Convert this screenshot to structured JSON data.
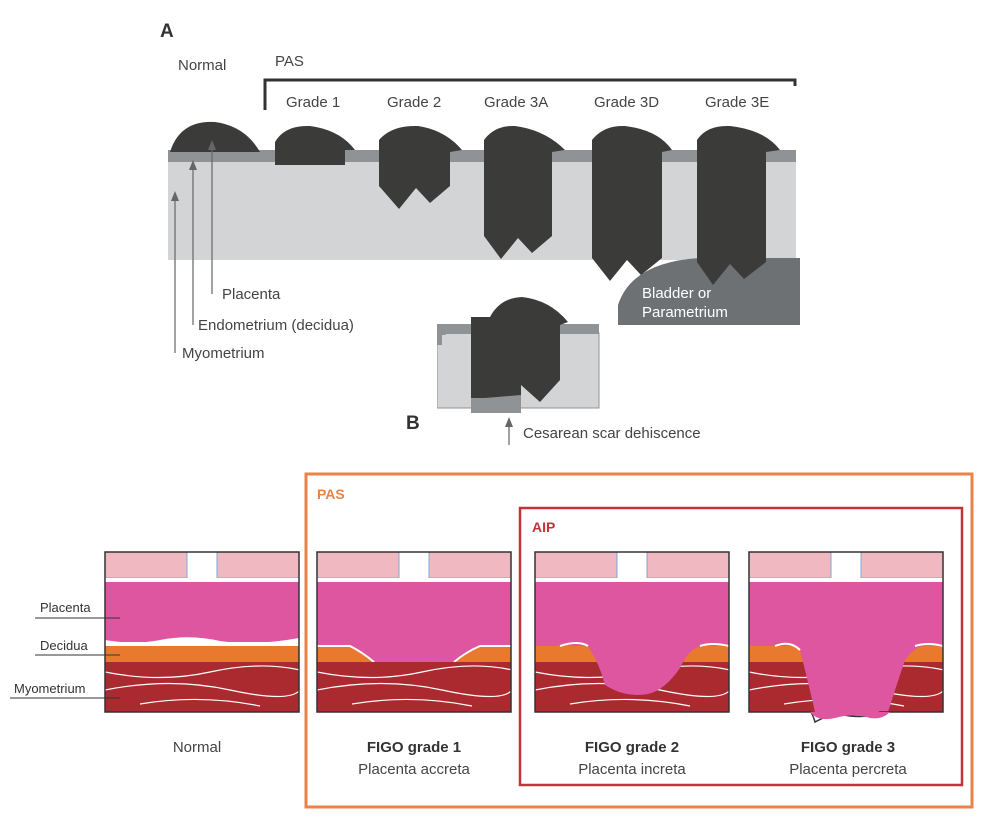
{
  "panel_a": {
    "letter": "A",
    "normal_label": "Normal",
    "pas_label": "PAS",
    "grades": [
      "Grade 1",
      "Grade 2",
      "Grade 3A",
      "Grade 3D",
      "Grade 3E"
    ],
    "labels": {
      "placenta": "Placenta",
      "endometrium": "Endometrium (decidua)",
      "myometrium": "Myometrium",
      "bladder_line1": "Bladder or",
      "bladder_line2": "Parametrium"
    }
  },
  "panel_b": {
    "letter": "B",
    "scar_label": "Cesarean scar dehiscence"
  },
  "panel_c": {
    "layer_labels": {
      "placenta": "Placenta",
      "decidua": "Decidua",
      "myometrium": "Myometrium"
    },
    "pas_label": "PAS",
    "aip_label": "AIP",
    "captions": [
      {
        "title": "",
        "subtitle": "Normal"
      },
      {
        "title": "FIGO grade 1",
        "subtitle": "Placenta accreta"
      },
      {
        "title": "FIGO grade 2",
        "subtitle": "Placenta increta"
      },
      {
        "title": "FIGO grade 3",
        "subtitle": "Placenta percreta"
      }
    ]
  },
  "colors": {
    "placenta_dark": "#3b3c3a",
    "myometrium_gray": "#d3d4d6",
    "endometrium_gray": "#8f9396",
    "bladder_gray": "#6e7174",
    "pas_orange": "#e8834a",
    "aip_red": "#c4323a",
    "placenta_pink": "#de55a0",
    "decidua_orange": "#e8792f",
    "myometrium_red": "#aa2a30",
    "skin_pink": "#f0b8c0"
  }
}
